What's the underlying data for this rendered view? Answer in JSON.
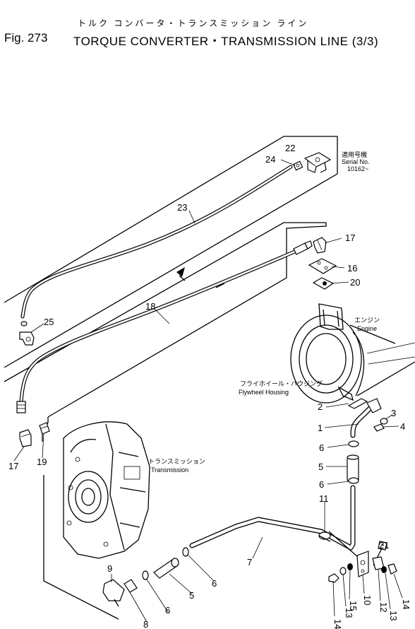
{
  "header": {
    "title_jp": "トルク コンバータ・トランスミッション ライン",
    "fig_label": "Fig. 273",
    "title_en": "TORQUE CONVERTER・TRANSMISSION LINE (3/3)"
  },
  "serial_note": {
    "jp": "適用号機",
    "label": "Serial No.",
    "value": "10162~"
  },
  "captions": {
    "engine_jp": "エンジン",
    "engine_en": "Engine",
    "flywheel_jp": "フライホイール・ハウジング",
    "flywheel_en": "Flywheel Housing",
    "transmission_jp": "トランスミッション",
    "transmission_en": "Transmission"
  },
  "callouts": {
    "c22": "22",
    "c24": "24",
    "c23": "23",
    "c25": "25",
    "c17a": "17",
    "c16": "16",
    "c20": "20",
    "c18": "18",
    "c2": "2",
    "c3": "3",
    "c4": "4",
    "c1": "1",
    "c6a": "6",
    "c5a": "5",
    "c6b": "6",
    "c11": "11",
    "c19": "19",
    "c17b": "17",
    "c21": "21",
    "c7": "7",
    "c9": "9",
    "c8": "8",
    "c6c": "6",
    "c5b": "5",
    "c6d": "6",
    "c14a": "14",
    "c13a": "13",
    "c15": "15",
    "c10": "10",
    "c12": "12",
    "c13b": "13",
    "c14b": "14"
  }
}
